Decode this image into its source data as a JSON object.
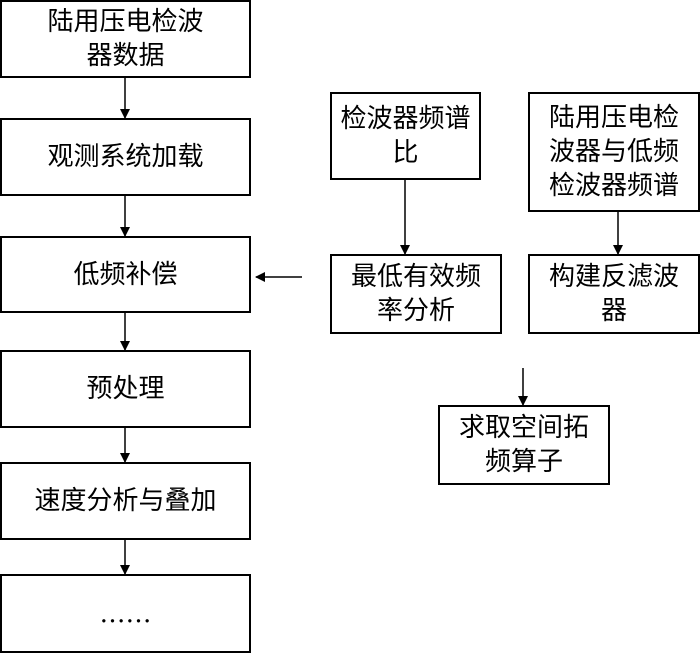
{
  "left_flow": {
    "step1": "陆用压电检波\n器数据",
    "step2": "观测系统加载",
    "step3": "低频补偿",
    "step4": "预处理",
    "step5": "速度分析与叠加",
    "step6": "……"
  },
  "right_flow": {
    "spectrum_ratio": "检波器频谱\n比",
    "geophone_spectra": "陆用压电检\n波器与低频\n检波器频谱",
    "min_effective_freq": "最低有效频\n率分析",
    "inverse_filter": "构建反滤波\n器",
    "bandwidth_operator": "求取空间拓\n频算子"
  }
}
